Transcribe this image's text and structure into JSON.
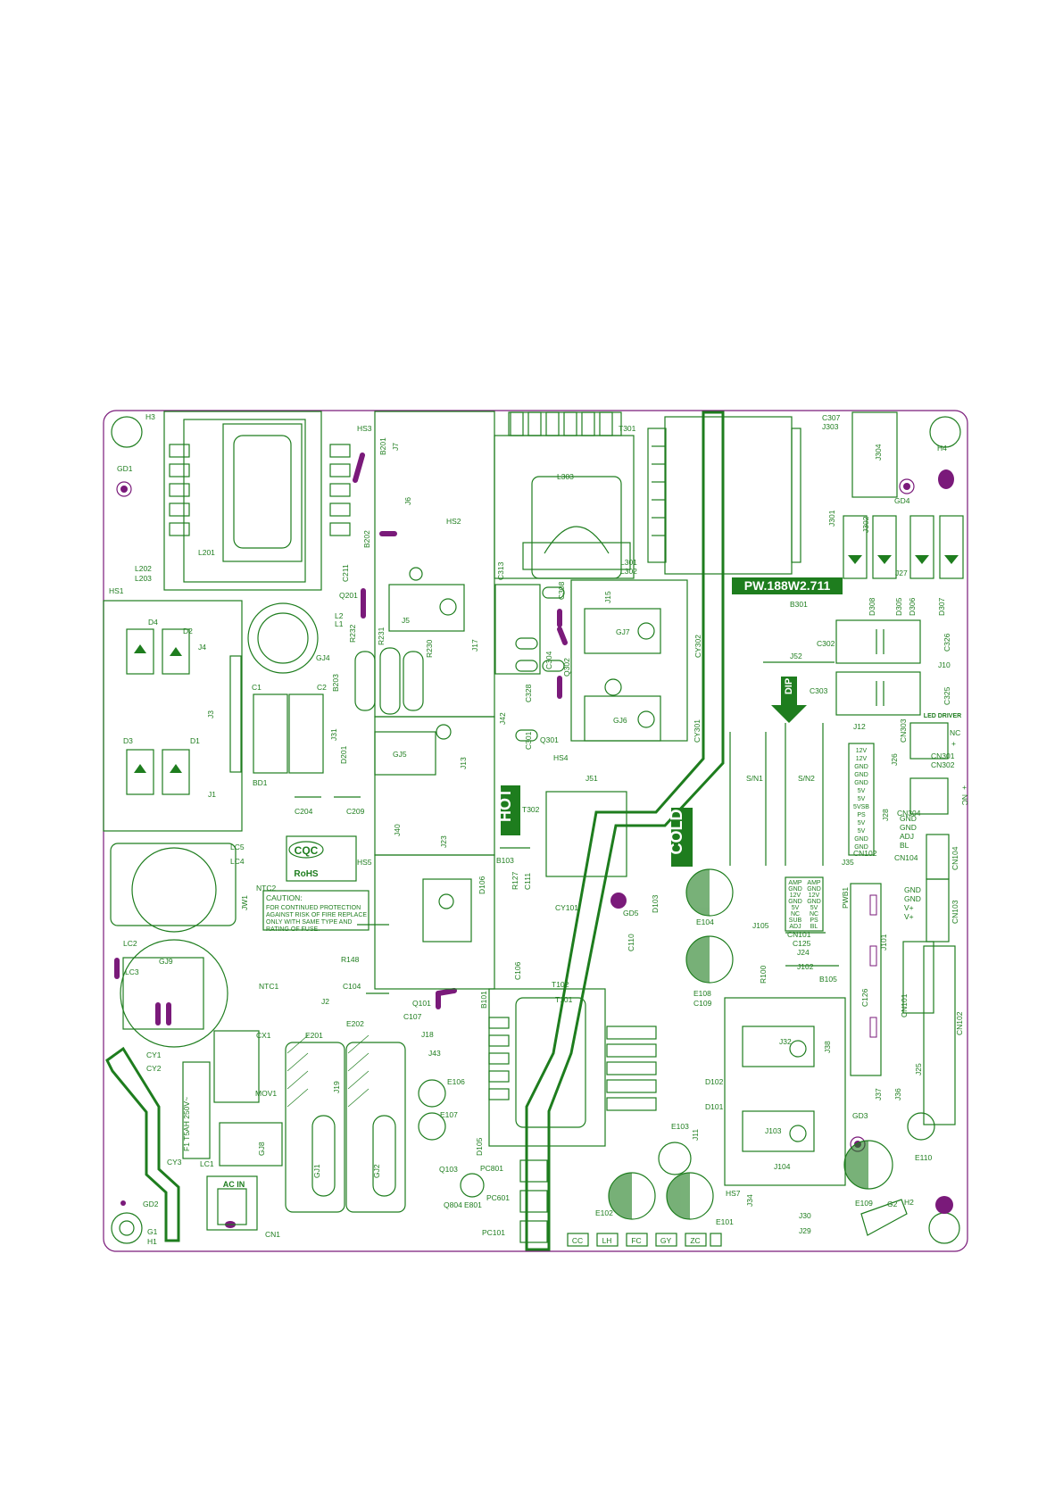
{
  "board": {
    "part_number": "PW.188W2.711",
    "hot_label": "HOT",
    "cold_label": "COLD",
    "dip_label": "DIP",
    "cqc_logo": "CQC",
    "rohs_label": "RoHS",
    "caution": {
      "title": "CAUTION:",
      "lines": [
        "FOR CONTINUED PROTECTION",
        "AGAINST RISK OF FIRE REPLACE",
        "ONLY WITH SAME TYPE AND",
        "RATING OF FUSE."
      ]
    },
    "fuse_label": "F1  T5AH 250V~",
    "ac_in_label": "AC IN",
    "led_driver_label": "LED DRIVER",
    "bottom_connectors": [
      "CC",
      "LH",
      "FC",
      "GY",
      "ZC"
    ],
    "cn102_pins": [
      "12V",
      "12V",
      "GND",
      "GND",
      "GND",
      "5V",
      "5V",
      "5VSB",
      "PS",
      "5V",
      "5V",
      "GND",
      "GND"
    ],
    "cn104_pins": [
      "GND",
      "GND",
      "ADJ",
      "BL"
    ],
    "cn103_pins": [
      "GND",
      "GND",
      "V+",
      "V+"
    ],
    "cn301_pins": [
      "NC",
      "+"
    ],
    "cn302_pins": [
      "+",
      "NC"
    ],
    "cn101_table": [
      [
        "AMP",
        "AMP"
      ],
      [
        "GND",
        "GND"
      ],
      [
        "12V",
        "12V"
      ],
      [
        "GND",
        "GND"
      ],
      [
        "5V",
        "5V"
      ],
      [
        "NC",
        "NC"
      ],
      [
        "SUB",
        "PS"
      ],
      [
        "ADJ",
        "BL"
      ]
    ],
    "sn1": "S/N1",
    "sn2": "S/N2",
    "refs": {
      "H3": "H3",
      "GD1": "GD1",
      "HS3": "HS3",
      "B201": "B201",
      "J7": "J7",
      "J6": "J6",
      "HS2": "HS2",
      "T301": "T301",
      "C307": "C307",
      "J303": "J303",
      "J304": "J304",
      "H4": "H4",
      "GD4": "GD4",
      "J301": "J301",
      "J302": "J302",
      "J27": "J27",
      "L303": "L303",
      "L301": "L301",
      "L302": "L302",
      "B202": "B202",
      "C211": "C211",
      "L201": "L201",
      "L202": "L202",
      "L203": "L203",
      "HS1": "HS1",
      "Q201": "Q201",
      "L2": "L2",
      "L1": "L1",
      "R232": "R232",
      "R231": "R231",
      "R230": "R230",
      "J5": "J5",
      "J17": "J17",
      "C313": "C313",
      "C308": "C308",
      "J15": "J15",
      "GJ7": "GJ7",
      "CY302": "CY302",
      "B301": "B301",
      "D308": "D308",
      "D305": "D305",
      "D306": "D306",
      "D307": "D307",
      "C326": "C326",
      "C302": "C302",
      "J10": "J10",
      "J52": "J52",
      "C303": "C303",
      "C325": "C325",
      "J12": "J12",
      "D4": "D4",
      "D2": "D2",
      "J4": "J4",
      "GJ4": "GJ4",
      "C1": "C1",
      "C2": "C2",
      "B203": "B203",
      "J3": "J3",
      "C304": "C304",
      "Q302": "Q302",
      "C328": "C328",
      "J42": "J42",
      "GJ6": "GJ6",
      "CY301": "CY301",
      "CN303": "CN303",
      "J26": "J26",
      "CN301": "CN301",
      "CN302": "CN302",
      "D3": "D3",
      "D1": "D1",
      "J31": "J31",
      "D201": "D201",
      "GJ5": "GJ5",
      "J13": "J13",
      "C301": "C301",
      "Q301": "Q301",
      "HS4": "HS4",
      "J51": "J51",
      "BD1": "BD1",
      "J1": "J1",
      "C204": "C204",
      "C209": "C209",
      "T302": "T302",
      "J28": "J28",
      "CN304": "CN304",
      "LC5": "LC5",
      "LC4": "LC4",
      "J40": "J40",
      "J23": "J23",
      "B103": "B103",
      "HS5": "HS5",
      "CN104": "CN104",
      "CN102": "CN102",
      "J35": "J35",
      "NTC2": "NTC2",
      "JW1": "JW1",
      "D106": "D106",
      "R127": "R127",
      "C111": "C111",
      "CY101": "CY101",
      "GD5": "GD5",
      "D103": "D103",
      "E104": "E104",
      "PWB1": "PWB1",
      "CN101": "CN101",
      "J105": "J105",
      "C125": "C125",
      "J24": "J24",
      "J101": "J101",
      "CN103": "CN103",
      "LC2": "LC2",
      "LC3": "LC3",
      "GJ9": "GJ9",
      "NTC1": "NTC1",
      "R148": "R148",
      "C104": "C104",
      "C106": "C106",
      "C110": "C110",
      "E108": "E108",
      "C109": "C109",
      "R100": "R100",
      "J102": "J102",
      "B105": "B105",
      "C126": "C126",
      "CN101b": "CN101",
      "CN102b": "CN102",
      "J2": "J2",
      "Q101": "Q101",
      "C107": "C107",
      "B101": "B101",
      "T102": "T102",
      "T101": "T101",
      "CX1": "CX1",
      "E202": "E202",
      "E201": "E201",
      "J18": "J18",
      "J43": "J43",
      "J32": "J32",
      "J38": "J38",
      "CY1": "CY1",
      "CY2": "CY2",
      "MOV1": "MOV1",
      "J19": "J19",
      "E106": "E106",
      "D102": "D102",
      "E107": "E107",
      "D101": "D101",
      "J37": "J37",
      "J36": "J36",
      "J25": "J25",
      "GD3": "GD3",
      "E103": "E103",
      "J11": "J11",
      "J103": "J103",
      "GJ8": "GJ8",
      "D105": "D105",
      "E110": "E110",
      "CY3": "CY3",
      "LC1": "LC1",
      "GJ1": "GJ1",
      "GJ2": "GJ2",
      "Q103": "Q103",
      "PC801": "PC801",
      "J104": "J104",
      "GD2": "GD2",
      "PC601": "PC601",
      "Q804": "Q804",
      "E801": "E801",
      "HS7": "HS7",
      "J34": "J34",
      "E109": "E109",
      "G2": "G2",
      "H2": "H2",
      "E102": "E102",
      "E101": "E101",
      "J30": "J30",
      "J29": "J29",
      "G1": "G1",
      "H1": "H1",
      "CN1": "CN1",
      "PC101": "PC101"
    },
    "colors": {
      "trace": "#1e7d1e",
      "mark": "#7a1a7a",
      "banner": "#1e7d1e"
    }
  }
}
